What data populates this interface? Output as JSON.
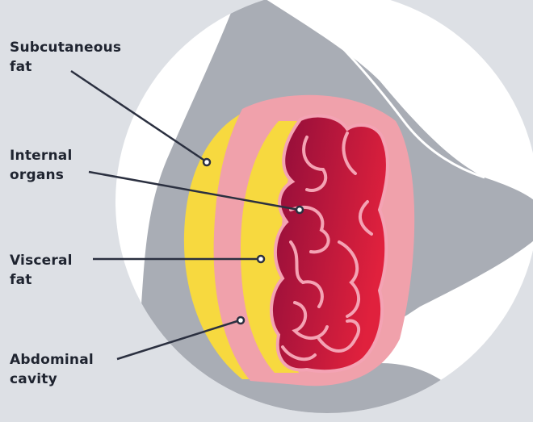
{
  "labels": {
    "subcutaneous_fat": {
      "line1": "Subcutaneous",
      "line2": "fat"
    },
    "internal_organs": {
      "line1": "Internal",
      "line2": "organs"
    },
    "visceral_fat": {
      "line1": "Visceral",
      "line2": "fat"
    },
    "abdominal_cavity": {
      "line1": "Abdominal",
      "line2": "cavity"
    }
  },
  "colors": {
    "background": "#dde0e5",
    "circle": "#ffffff",
    "body": "#a9adb5",
    "subcutaneous_fat": "#f7d93f",
    "abdominal_lining": "#f0a1ab",
    "visceral_fat": "#f7d93f",
    "organs_dark": "#8c0c3a",
    "organs_light": "#e0213d",
    "organ_outline": "#f4a3b4",
    "leader_line": "#2b3040"
  }
}
